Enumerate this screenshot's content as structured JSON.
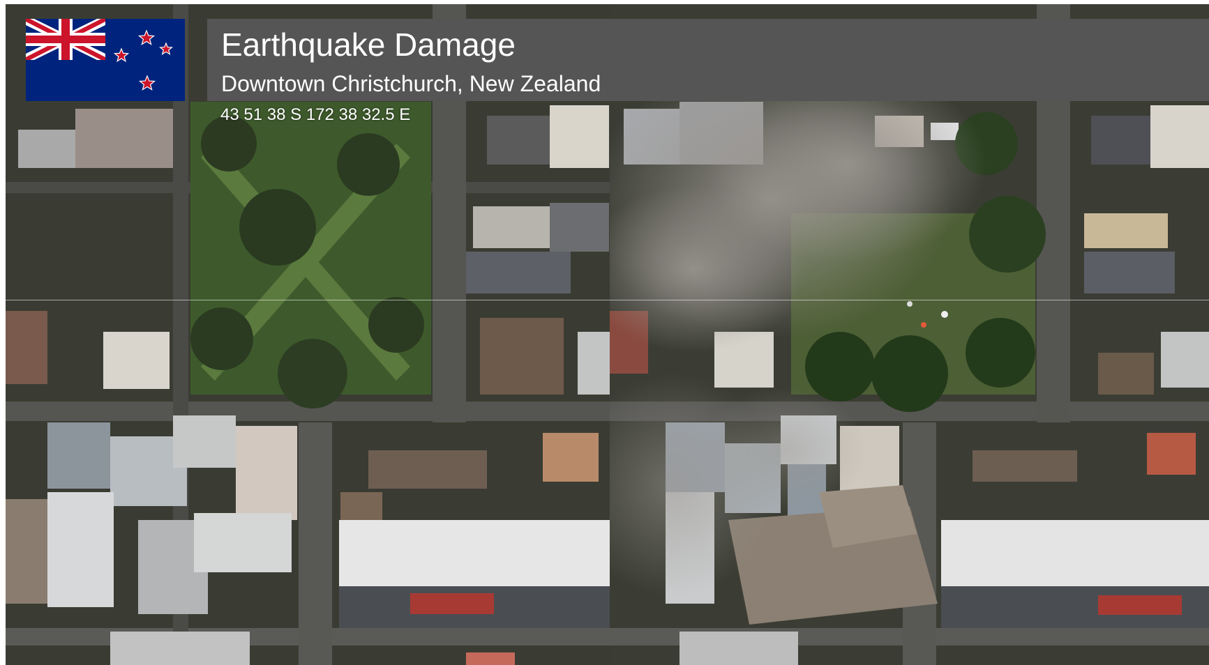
{
  "title": "Earthquake Damage",
  "subtitle": "Downtown Christchurch, New Zealand",
  "coordinates": "43 51 38 S 172 38 32.5 E",
  "flag": {
    "icon": "new-zealand-flag-icon",
    "colors": {
      "field": "#00247d",
      "cross": "#cc142b",
      "stars": "#cc142b",
      "white": "#ffffff"
    }
  },
  "colors": {
    "banner": "#555555",
    "text": "#ffffff"
  },
  "images": [
    {
      "icon": "aerial-image-before-icon"
    },
    {
      "icon": "aerial-image-after-icon"
    }
  ]
}
